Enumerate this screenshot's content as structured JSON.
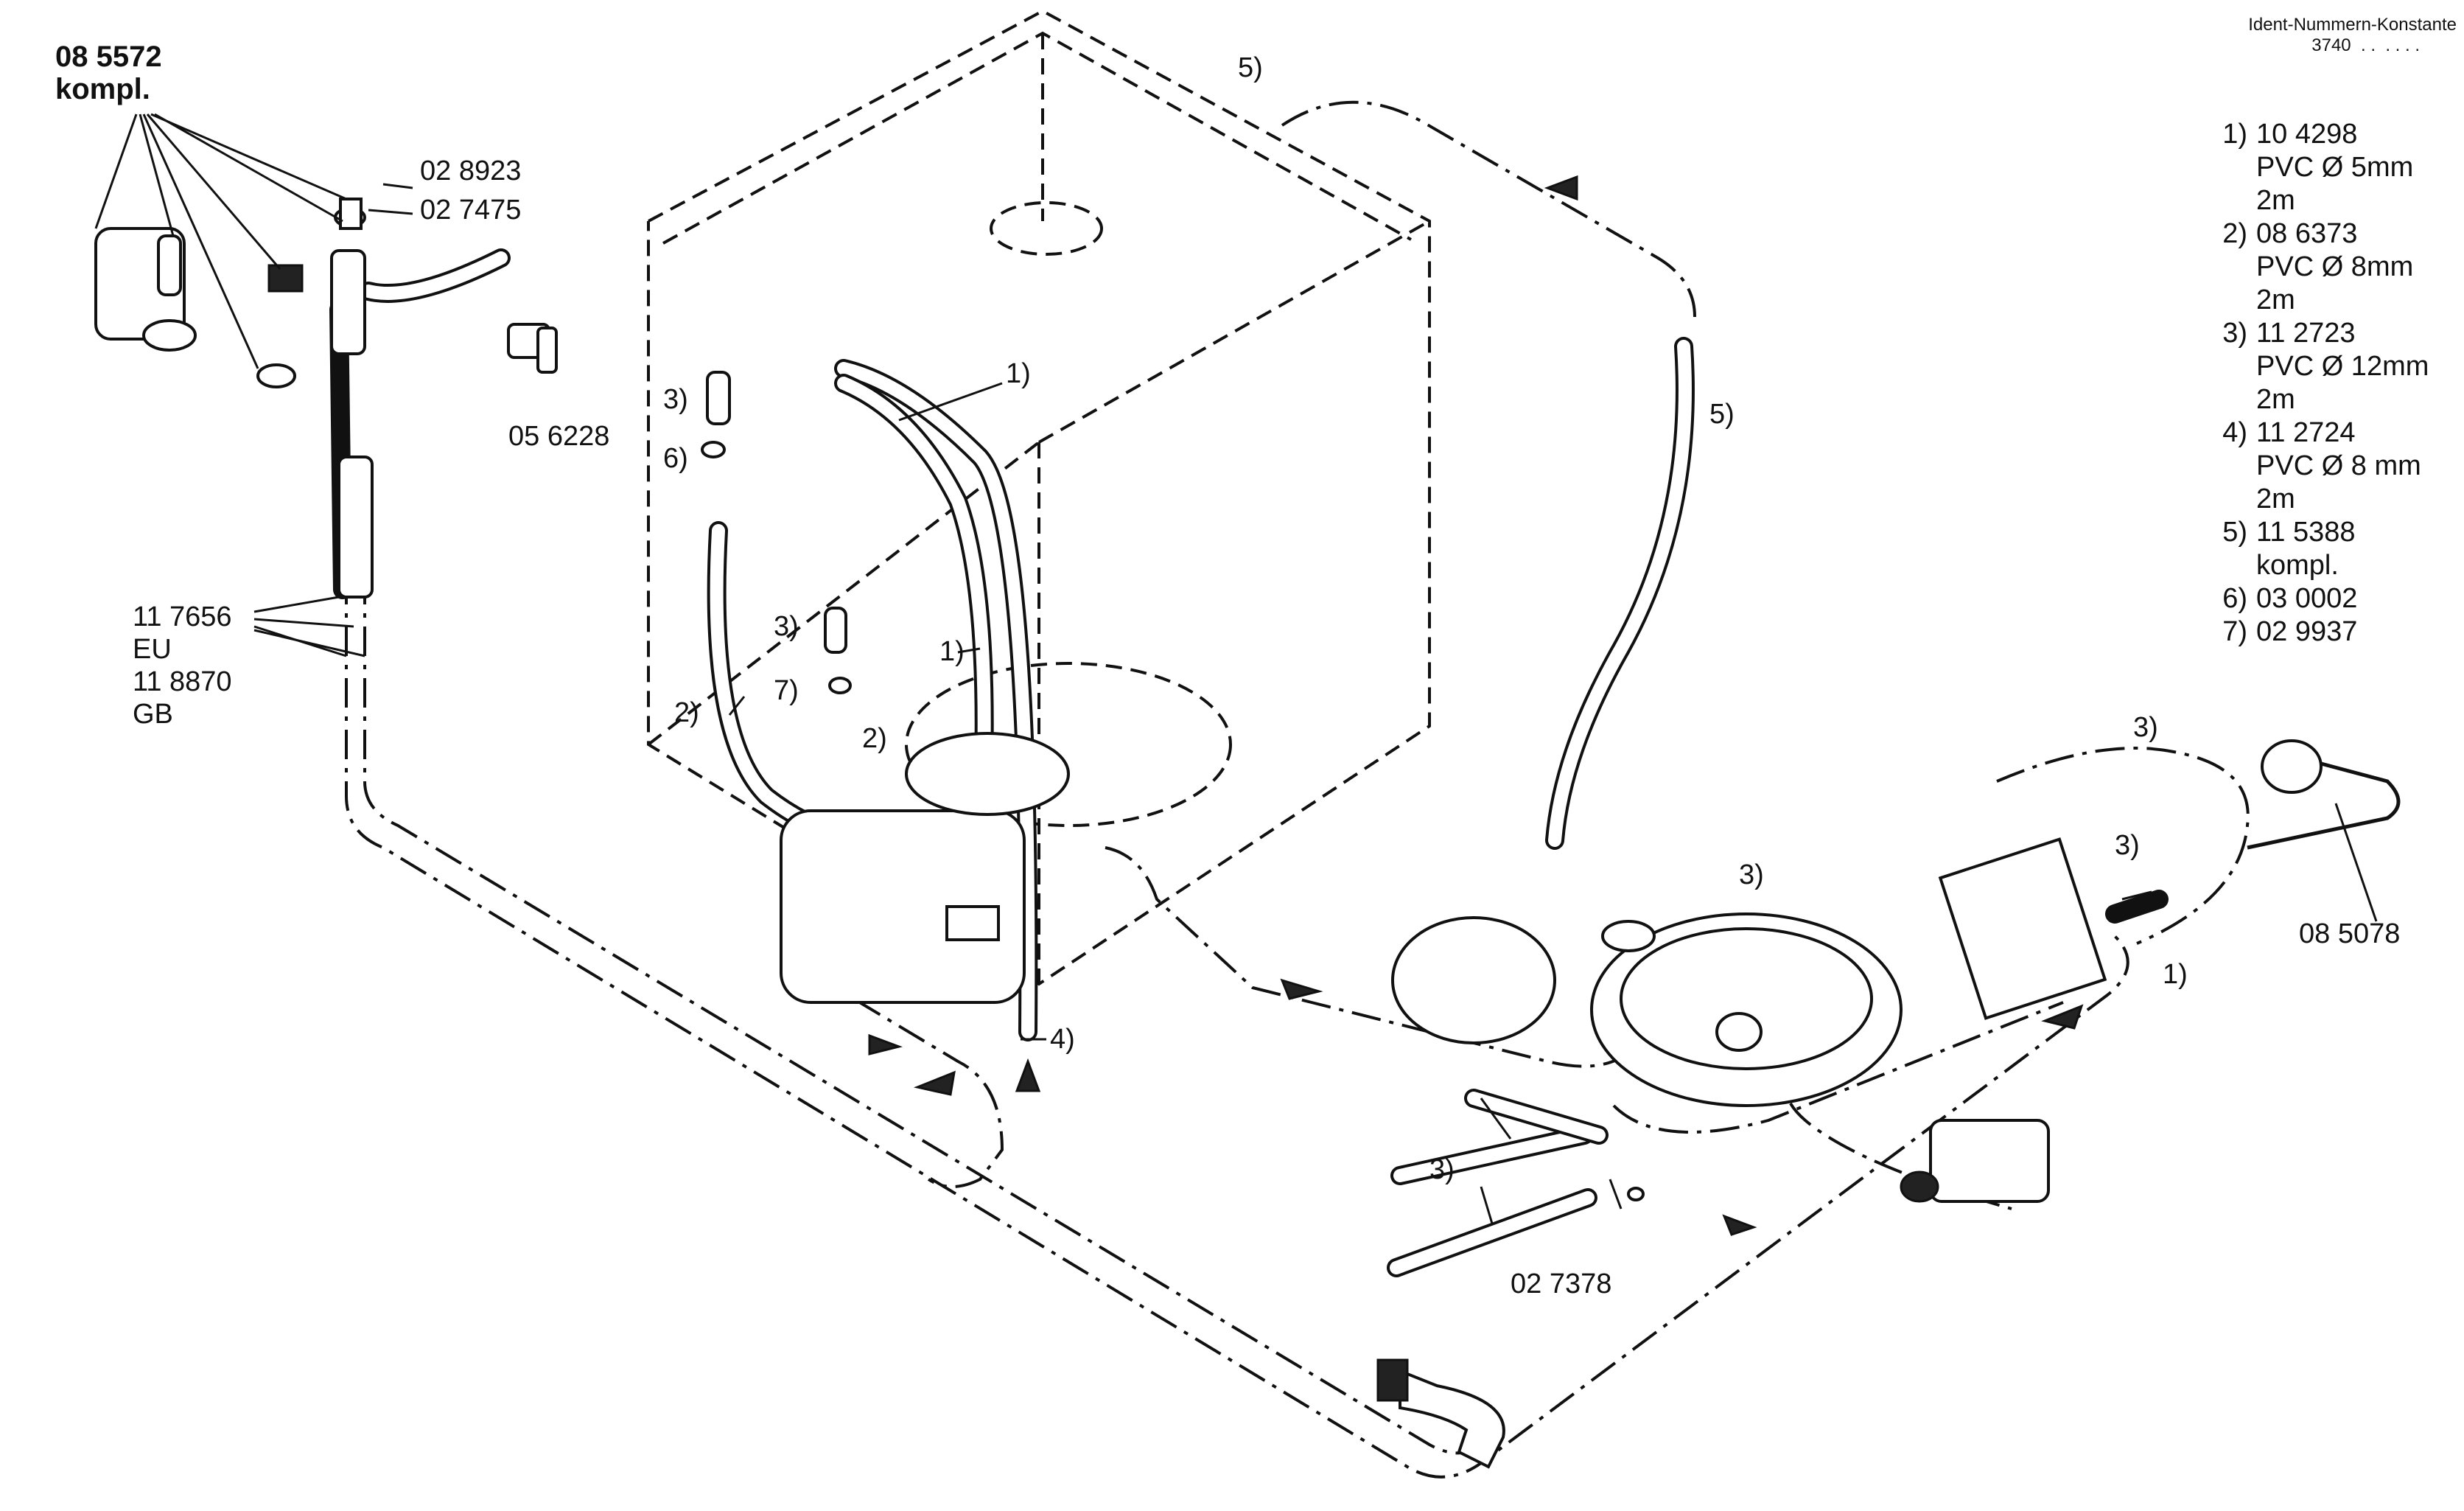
{
  "header": {
    "line1": "Ident-Nummern-Konstante",
    "line2": "3740  . .  . . . ."
  },
  "legend": [
    {
      "num": "1)",
      "text": "10 4298\nPVC Ø 5mm\n2m"
    },
    {
      "num": "2)",
      "text": "08 6373\nPVC Ø 8mm\n2m"
    },
    {
      "num": "3)",
      "text": "11 2723\nPVC Ø 12mm\n2m"
    },
    {
      "num": "4)",
      "text": "11 2724\nPVC Ø 8 mm\n2m"
    },
    {
      "num": "5)",
      "text": "11 5388\nkompl."
    },
    {
      "num": "6)",
      "text": "03 0002"
    },
    {
      "num": "7)",
      "text": "02 9937"
    }
  ],
  "part_labels": {
    "assembly_complete": "08 5572\nkompl.",
    "seal_ring": "02 8923",
    "nozzle": "02 7475",
    "hose_coupling": "05 6228",
    "cable_hose": "11 7656\nEU\n11 8870\nGB",
    "t_connector": "02 7378",
    "spray_arm": "08 5078"
  },
  "callouts": {
    "c1_top": "1)",
    "c1_mid": "1)",
    "c1_right": "1)",
    "c2_left": "2)",
    "c2_mid": "2)",
    "c3_a": "3)",
    "c3_b": "3)",
    "c3_pump": "3)",
    "c3_bottom": "3)",
    "c3_right_top": "3)",
    "c3_right_mid": "3)",
    "c4": "4)",
    "c5_top": "5)",
    "c5_right": "5)",
    "c6": "6)",
    "c7": "7)"
  }
}
